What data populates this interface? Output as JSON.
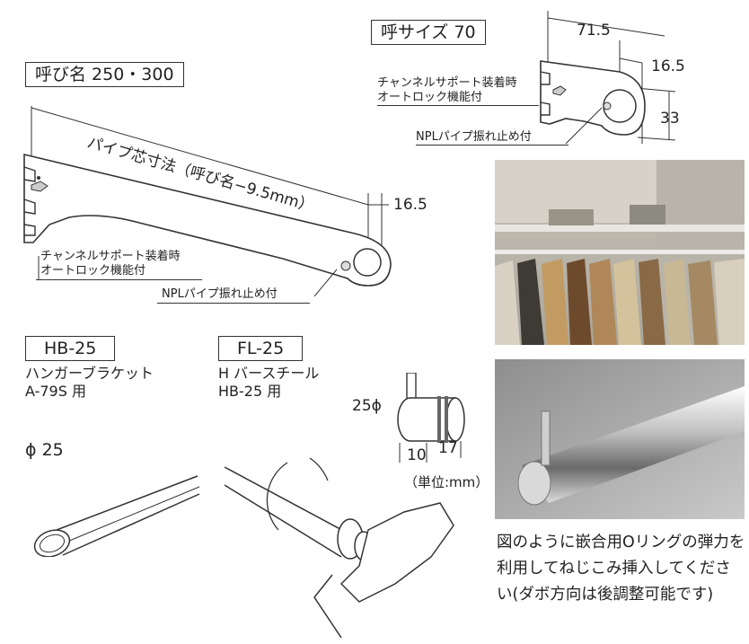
{
  "top_bracket": {
    "size_label": "呼サイズ 70",
    "dim_width": "71.5",
    "dim_offset": "16.5",
    "dim_height": "33",
    "channel_note_line1": "チャンネルサポート装着時",
    "channel_note_line2": "オートロック機能付",
    "npl_note": "NPLパイプ振れ止め付"
  },
  "long_bracket": {
    "name_label": "呼び名 250・300",
    "pipe_length_note": "パイプ芯寸法（呼び名−9.5mm）",
    "dim_offset": "16.5",
    "channel_note_line1": "チャンネルサポート装着時",
    "channel_note_line2": "オートロック機能付",
    "npl_note": "NPLパイプ振れ止め付"
  },
  "hb25": {
    "code": "HB-25",
    "desc_line1": "ハンガーブラケット",
    "desc_line2": "A-79S 用",
    "pipe_diameter": "ϕ 25"
  },
  "fl25": {
    "code": "FL-25",
    "desc_line1": "H バースチール",
    "desc_line2": "HB-25 用",
    "dim_diameter": "25ϕ",
    "dim_a": "10",
    "dim_b": "17",
    "unit_note": "（単位:mm）"
  },
  "instruction_note": "図のように嵌合用Oリングの弾力を利用してねじこみ挿入してください(ダボ方向は後調整可能です)"
}
